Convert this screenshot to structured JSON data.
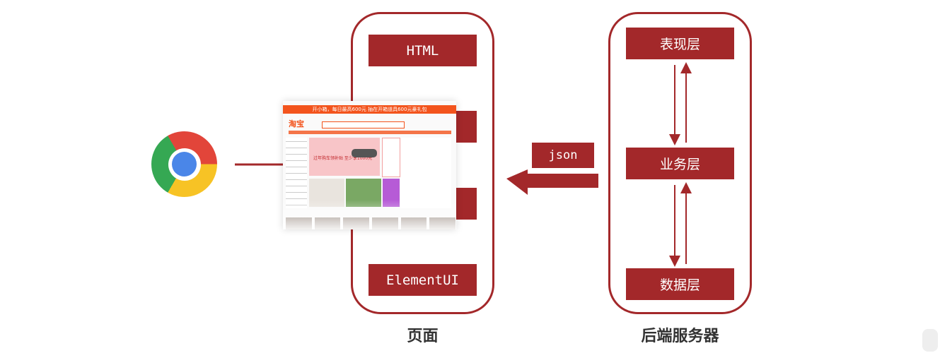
{
  "browser": {
    "icon": "chrome-icon"
  },
  "page_frame": {
    "title": "页面",
    "layers": [
      "HTML",
      "",
      "",
      "ElementUI"
    ]
  },
  "screenshot": {
    "topbar_text": "开小箱，每日最高600元  抽在开箱道具600元豪礼包",
    "logo_text": "淘宝",
    "banner_text": "过年购车领补贴 至少享1000元"
  },
  "transfer": {
    "label": "json"
  },
  "backend": {
    "title": "后端服务器",
    "layers": [
      "表现层",
      "业务层",
      "数据层"
    ]
  },
  "colors": {
    "accent": "#a3282a",
    "brand_orange": "#f3541d"
  }
}
